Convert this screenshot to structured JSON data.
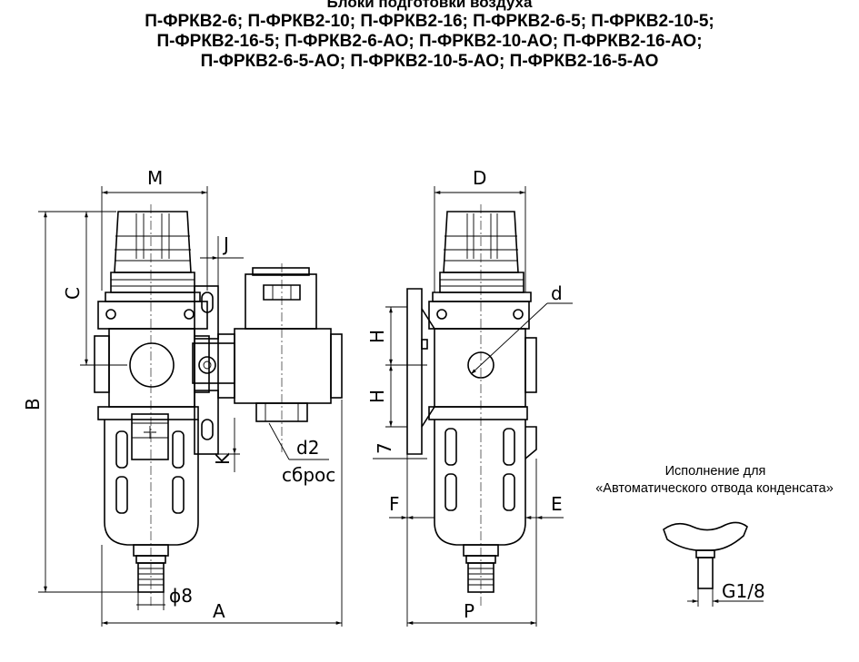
{
  "title": {
    "line1": "Блоки подготовки воздуха",
    "line2": "П-ФРКВ2-6; П-ФРКВ2-10; П-ФРКВ2-16; П-ФРКВ2-6-5; П-ФРКВ2-10-5;",
    "line3": "П-ФРКВ2-16-5; П-ФРКВ2-6-АО; П-ФРКВ2-10-АО; П-ФРКВ2-16-АО;",
    "line4": "П-ФРКВ2-6-5-АО; П-ФРКВ2-10-5-АО; П-ФРКВ2-16-5-АО"
  },
  "front_view_labels": {
    "m": "M",
    "j": "J",
    "c": "C",
    "b": "B",
    "k": "K",
    "d2": "d2",
    "sbros": "сброс",
    "phi8": "ϕ8",
    "a": "A"
  },
  "side_view_labels": {
    "d_upper": "D",
    "d_lower": "d",
    "h1": "H",
    "h2": "H",
    "seven": "7",
    "f": "F",
    "e": "E",
    "p": "P"
  },
  "detail": {
    "caption_line1": "Исполнение для",
    "caption_line2": "«Автоматического отвода конденсата»",
    "thread": "G1/8"
  }
}
